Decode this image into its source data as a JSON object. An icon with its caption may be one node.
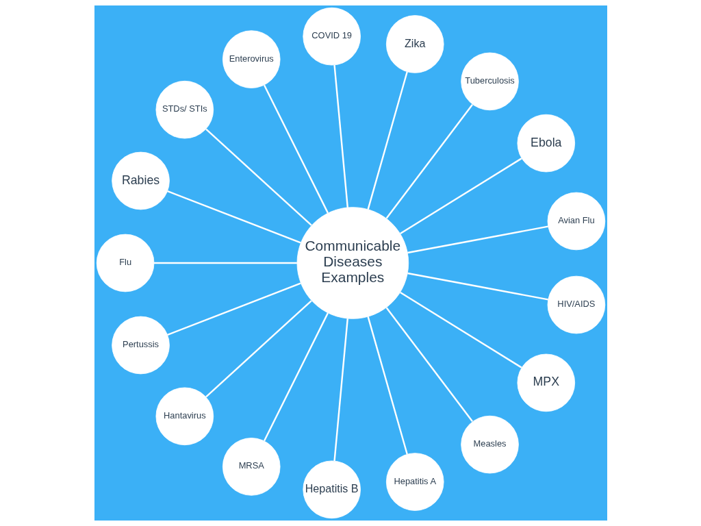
{
  "diagram": {
    "nodes": [
      {
        "text": [
          "Communicable Diseases Examples"
        ]
      },
      {
        "text": [
          "Avian Flu"
        ]
      },
      {
        "text": [
          "Ebola"
        ]
      },
      {
        "text": [
          "Tuberculosis"
        ]
      },
      {
        "text": [
          "Zika"
        ]
      },
      {
        "text": [
          "COVID 19"
        ]
      },
      {
        "text": [
          "Enterovirus"
        ]
      },
      {
        "text": [
          "STDs/ STIs"
        ]
      },
      {
        "text": [
          "Rabies"
        ]
      },
      {
        "text": [
          "Flu"
        ]
      },
      {
        "text": [
          "Pertussis"
        ]
      },
      {
        "text": [
          "Hantavirus"
        ]
      },
      {
        "text": [
          "MRSA"
        ]
      },
      {
        "text": [
          "Hepatitis B"
        ]
      },
      {
        "text": [
          "Hepatitis A"
        ]
      },
      {
        "text": [
          "Measles"
        ]
      },
      {
        "text": [
          "MPX"
        ]
      },
      {
        "text": [
          "HIV/AIDS"
        ]
      }
    ],
    "edges": [
      {
        "from": 0,
        "to": 1,
        "arrow": "none"
      },
      {
        "from": 0,
        "to": 5,
        "arrow": "none"
      },
      {
        "from": 0,
        "to": 2,
        "arrow": "none"
      },
      {
        "from": 0,
        "to": 6,
        "arrow": "none"
      },
      {
        "from": 0,
        "to": 9,
        "arrow": "none"
      },
      {
        "from": 0,
        "to": 11,
        "arrow": "none"
      },
      {
        "from": 0,
        "to": 14,
        "arrow": "none"
      },
      {
        "from": 0,
        "to": 13,
        "arrow": "none"
      },
      {
        "from": 0,
        "to": 17,
        "arrow": "none"
      },
      {
        "from": 0,
        "to": 15,
        "arrow": "none"
      },
      {
        "from": 0,
        "to": 16,
        "arrow": "none"
      },
      {
        "from": 0,
        "to": 12,
        "arrow": "none"
      },
      {
        "from": 0,
        "to": 10,
        "arrow": "none"
      },
      {
        "from": 0,
        "to": 8,
        "arrow": "none"
      },
      {
        "from": 0,
        "to": 7,
        "arrow": "none"
      },
      {
        "from": 0,
        "to": 3,
        "arrow": "none"
      },
      {
        "from": 0,
        "to": 4,
        "arrow": "none"
      }
    ]
  }
}
